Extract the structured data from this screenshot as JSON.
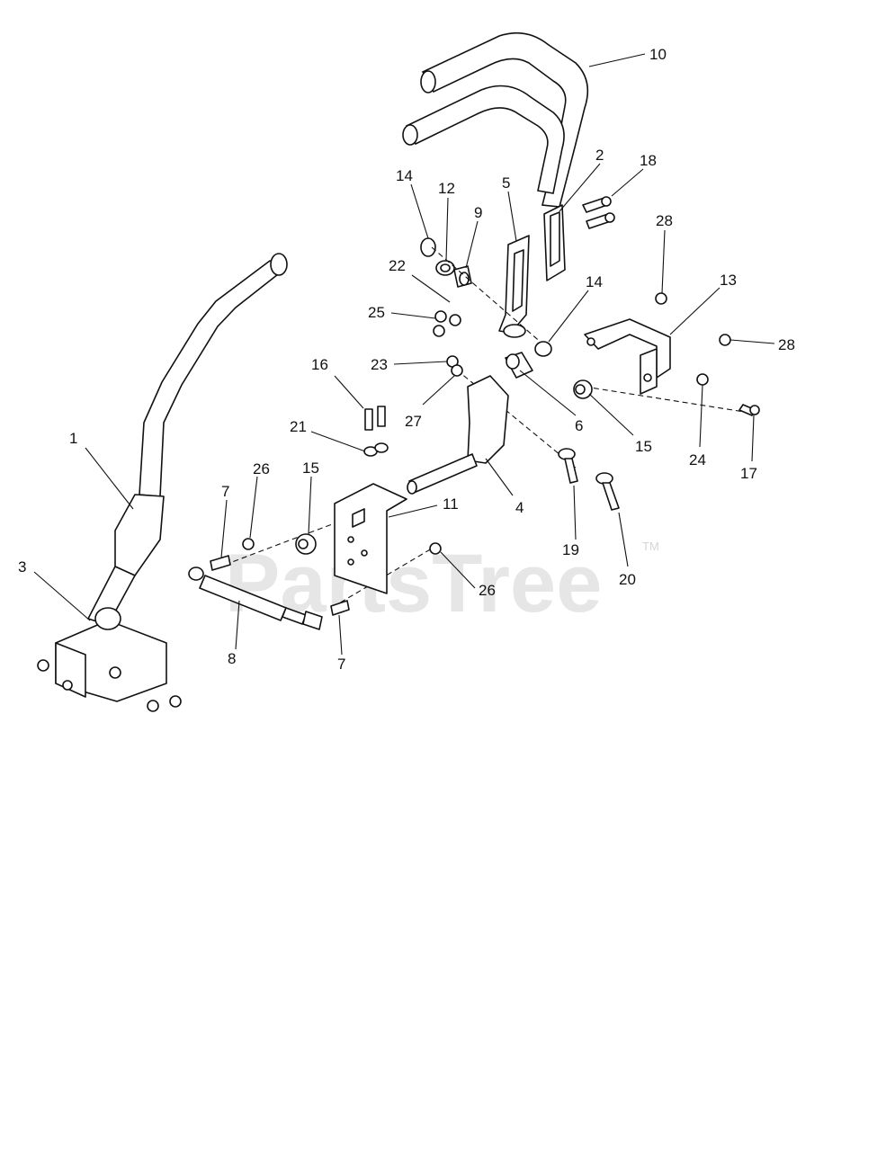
{
  "watermark": {
    "text": "PartsTree",
    "tm": "TM"
  },
  "callouts": [
    {
      "id": "c10",
      "label": "10"
    },
    {
      "id": "c2",
      "label": "2"
    },
    {
      "id": "c18",
      "label": "18"
    },
    {
      "id": "c14a",
      "label": "14"
    },
    {
      "id": "c12",
      "label": "12"
    },
    {
      "id": "c9",
      "label": "9"
    },
    {
      "id": "c5",
      "label": "5"
    },
    {
      "id": "c28a",
      "label": "28"
    },
    {
      "id": "c13",
      "label": "13"
    },
    {
      "id": "c28b",
      "label": "28"
    },
    {
      "id": "c22",
      "label": "22"
    },
    {
      "id": "c25",
      "label": "25"
    },
    {
      "id": "c14b",
      "label": "14"
    },
    {
      "id": "c23",
      "label": "23"
    },
    {
      "id": "c16",
      "label": "16"
    },
    {
      "id": "c27",
      "label": "27"
    },
    {
      "id": "c6",
      "label": "6"
    },
    {
      "id": "c15a",
      "label": "15"
    },
    {
      "id": "c24",
      "label": "24"
    },
    {
      "id": "c17",
      "label": "17"
    },
    {
      "id": "c21",
      "label": "21"
    },
    {
      "id": "c1",
      "label": "1"
    },
    {
      "id": "c26a",
      "label": "26"
    },
    {
      "id": "c7a",
      "label": "7"
    },
    {
      "id": "c15b",
      "label": "15"
    },
    {
      "id": "c11",
      "label": "11"
    },
    {
      "id": "c4",
      "label": "4"
    },
    {
      "id": "c3",
      "label": "3"
    },
    {
      "id": "c19",
      "label": "19"
    },
    {
      "id": "c20",
      "label": "20"
    },
    {
      "id": "c26b",
      "label": "26"
    },
    {
      "id": "c8",
      "label": "8"
    },
    {
      "id": "c7b",
      "label": "7"
    }
  ]
}
